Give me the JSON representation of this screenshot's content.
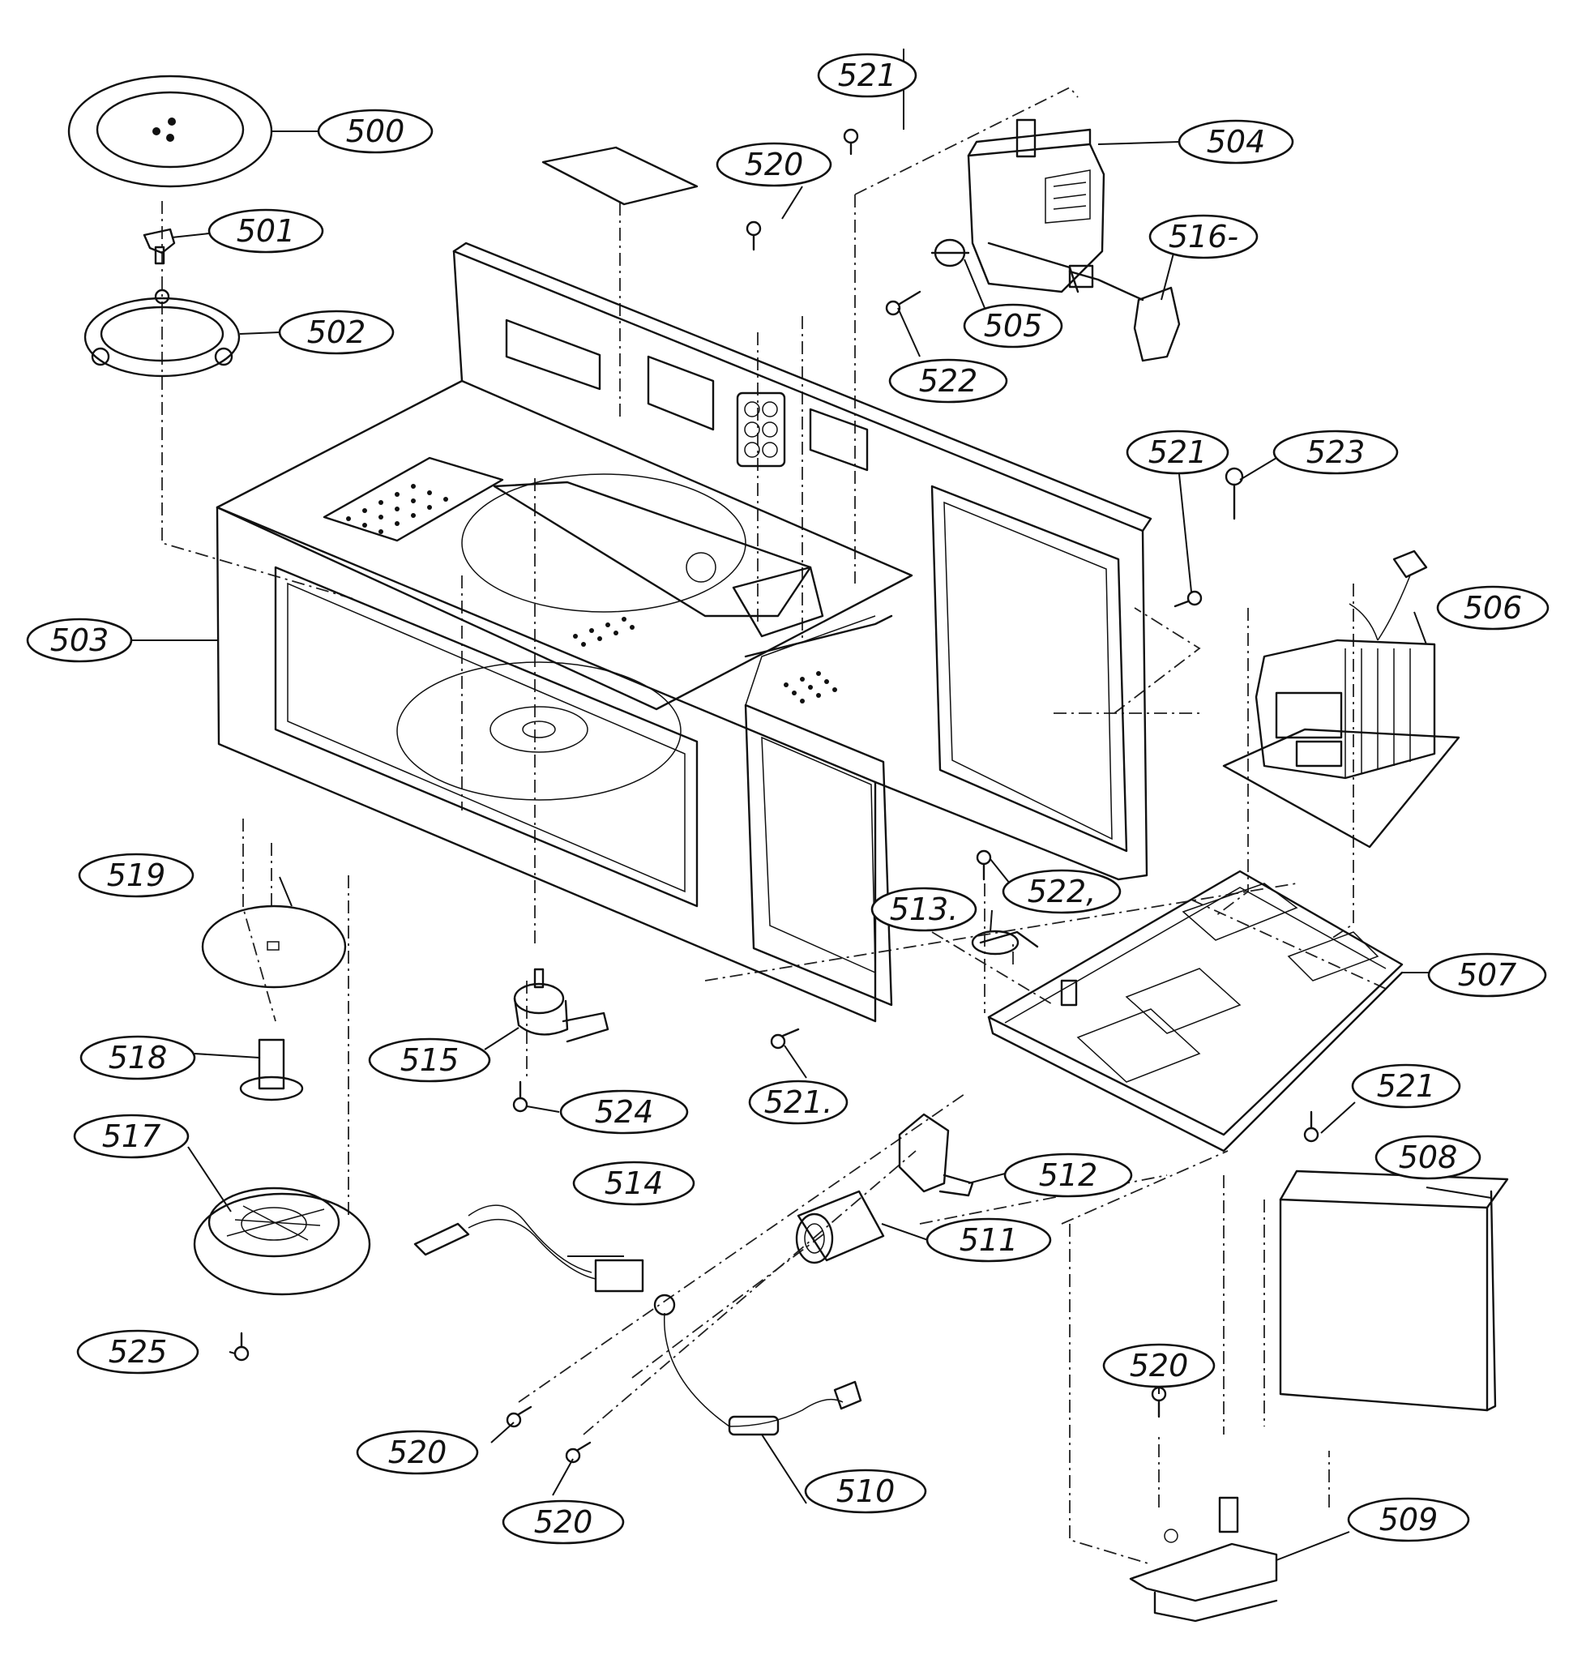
{
  "diagram": {
    "callouts": [
      {
        "id": "500",
        "label": "500"
      },
      {
        "id": "501",
        "label": "501"
      },
      {
        "id": "502",
        "label": "502"
      },
      {
        "id": "503",
        "label": "503"
      },
      {
        "id": "504",
        "label": "504"
      },
      {
        "id": "505",
        "label": "505"
      },
      {
        "id": "506",
        "label": "506"
      },
      {
        "id": "507",
        "label": "507"
      },
      {
        "id": "508",
        "label": "508"
      },
      {
        "id": "509",
        "label": "509"
      },
      {
        "id": "510",
        "label": "510"
      },
      {
        "id": "511",
        "label": "511"
      },
      {
        "id": "512",
        "label": "512"
      },
      {
        "id": "513",
        "label": "513."
      },
      {
        "id": "514",
        "label": "514"
      },
      {
        "id": "515",
        "label": "515"
      },
      {
        "id": "516",
        "label": "516-"
      },
      {
        "id": "517",
        "label": "517"
      },
      {
        "id": "518",
        "label": "518"
      },
      {
        "id": "519",
        "label": "519"
      },
      {
        "id": "520a",
        "label": "520"
      },
      {
        "id": "520b",
        "label": "520"
      },
      {
        "id": "520c",
        "label": "520"
      },
      {
        "id": "520d",
        "label": "520"
      },
      {
        "id": "521a",
        "label": "521"
      },
      {
        "id": "521b",
        "label": "521"
      },
      {
        "id": "521c",
        "label": "521."
      },
      {
        "id": "521d",
        "label": "521"
      },
      {
        "id": "522a",
        "label": "522"
      },
      {
        "id": "522b",
        "label": "522,"
      },
      {
        "id": "523",
        "label": "523"
      },
      {
        "id": "524",
        "label": "524"
      },
      {
        "id": "525",
        "label": "525"
      }
    ]
  }
}
